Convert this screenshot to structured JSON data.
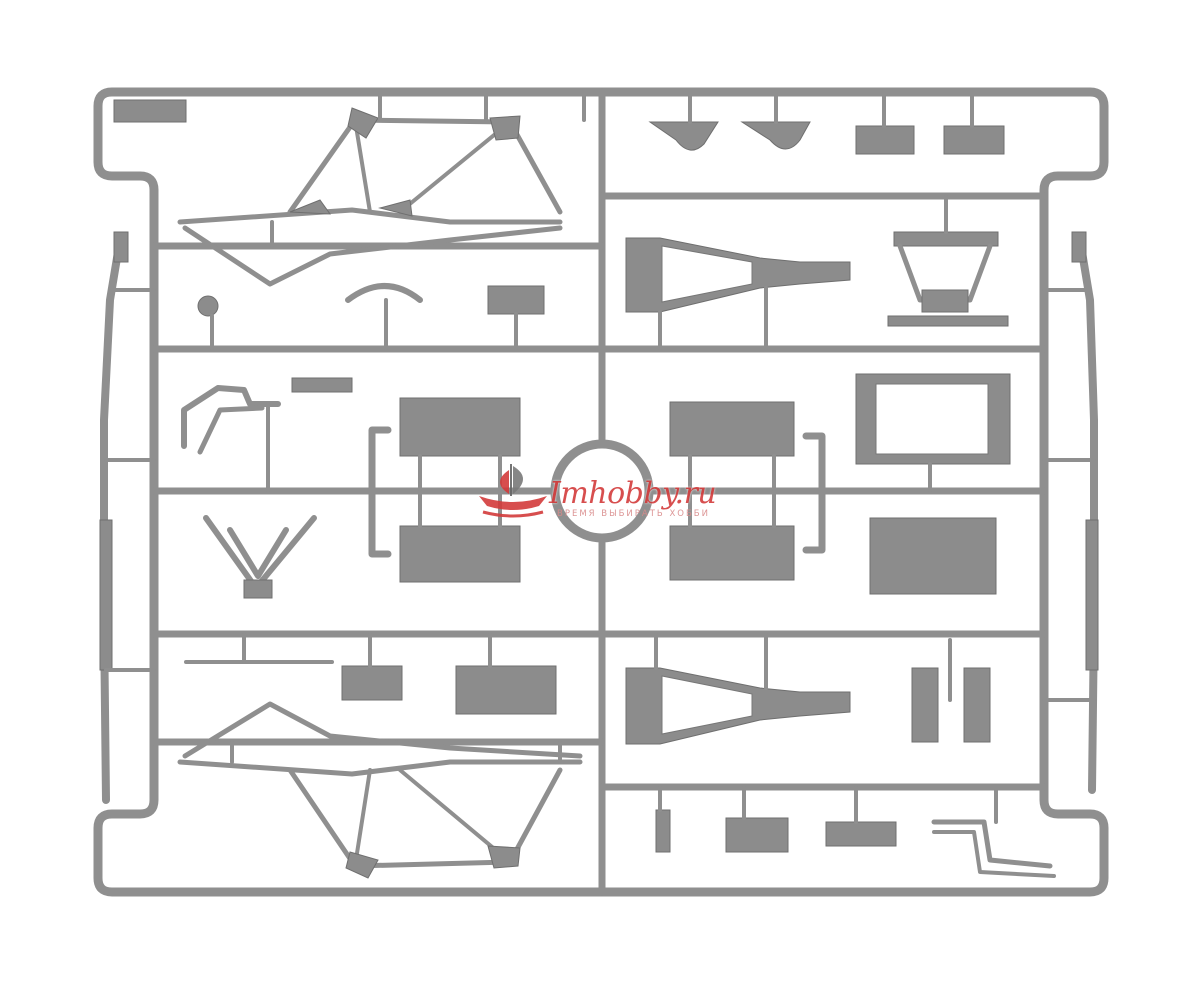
{
  "image": {
    "subject": "plastic-model-sprue",
    "colors": {
      "background": "#ffffff",
      "plastic": "#8c8c8c",
      "runner": "#8f8f8f",
      "watermark": "#d33b3b"
    }
  },
  "watermark": {
    "site": "Imhobby.ru",
    "tagline": "ВРЕМЯ ВЫБИРАТЬ ХОББИ",
    "logo_icon": "ship-logo-icon"
  }
}
